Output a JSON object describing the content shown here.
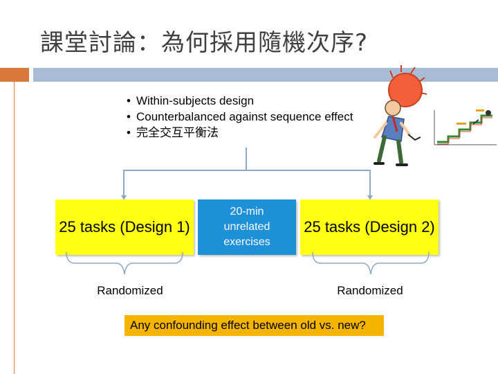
{
  "slide": {
    "title": "課堂討論：為何採用隨機次序?",
    "bullets": [
      "Within-subjects design",
      "Counterbalanced against sequence effect",
      "完全交互平衡法"
    ],
    "box_left": "25 tasks (Design 1)",
    "box_middle": "20-min unrelated exercises",
    "box_right": "25 tasks (Design 2)",
    "label_left": "Randomized",
    "label_right": "Randomized",
    "question": "Any confounding effect between old vs. new?"
  },
  "colors": {
    "accent_orange": "#d9773c",
    "accent_blue": "#a9bcd6",
    "task_box": "#ffff14",
    "break_box": "#1e90d8",
    "question_highlight": "#f4b400"
  },
  "illustrations": [
    "stressed-person-icon",
    "staircase-chart-icon"
  ]
}
